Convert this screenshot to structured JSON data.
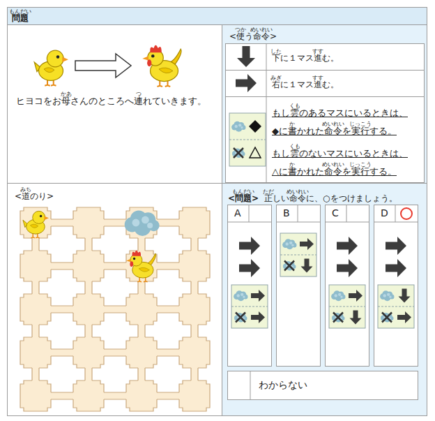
{
  "diagram": {
    "title": "問題",
    "nodes": [
      {
        "text": [
          "ヒヨコをお母さんのところへ連れていきます。"
        ]
      },
      {
        "text": [
          "<使う命令>"
        ]
      },
      {
        "text": [
          "下に１マス進む。"
        ],
        "in": 1
      },
      {
        "text": [
          "右に１マス進む。"
        ],
        "in": 1
      },
      {
        "text": [
          "もし雲のあるマスにいるときは、◆に書かれた命令を実行する。",
          "もし雲のないマスにいるときは、△に書かれた命令を実行する。"
        ],
        "in": 1
      },
      {
        "text": [
          "<道のり>"
        ]
      },
      {
        "text": [
          "<問題>",
          "正しい命令に、○をつけましょう。"
        ]
      },
      {
        "text": [
          "A"
        ],
        "in": 6
      },
      {
        "text": [
          "B"
        ],
        "in": 6
      },
      {
        "text": [
          "C"
        ],
        "in": 6
      },
      {
        "text": [
          "D"
        ],
        "in": 6
      },
      {
        "text": [
          "わからない"
        ],
        "in": 6
      }
    ],
    "labels": [
      "もんだい",
      "かあ",
      "つ",
      "つか",
      "めいれい",
      "した",
      "すす",
      "みぎ",
      "すす",
      "くも",
      "か",
      "めいれい",
      "じっこう",
      "くも",
      "か",
      "めいれい",
      "じっこう",
      "みち",
      "もんだい",
      "ただ",
      "めいれい"
    ]
  }
}
